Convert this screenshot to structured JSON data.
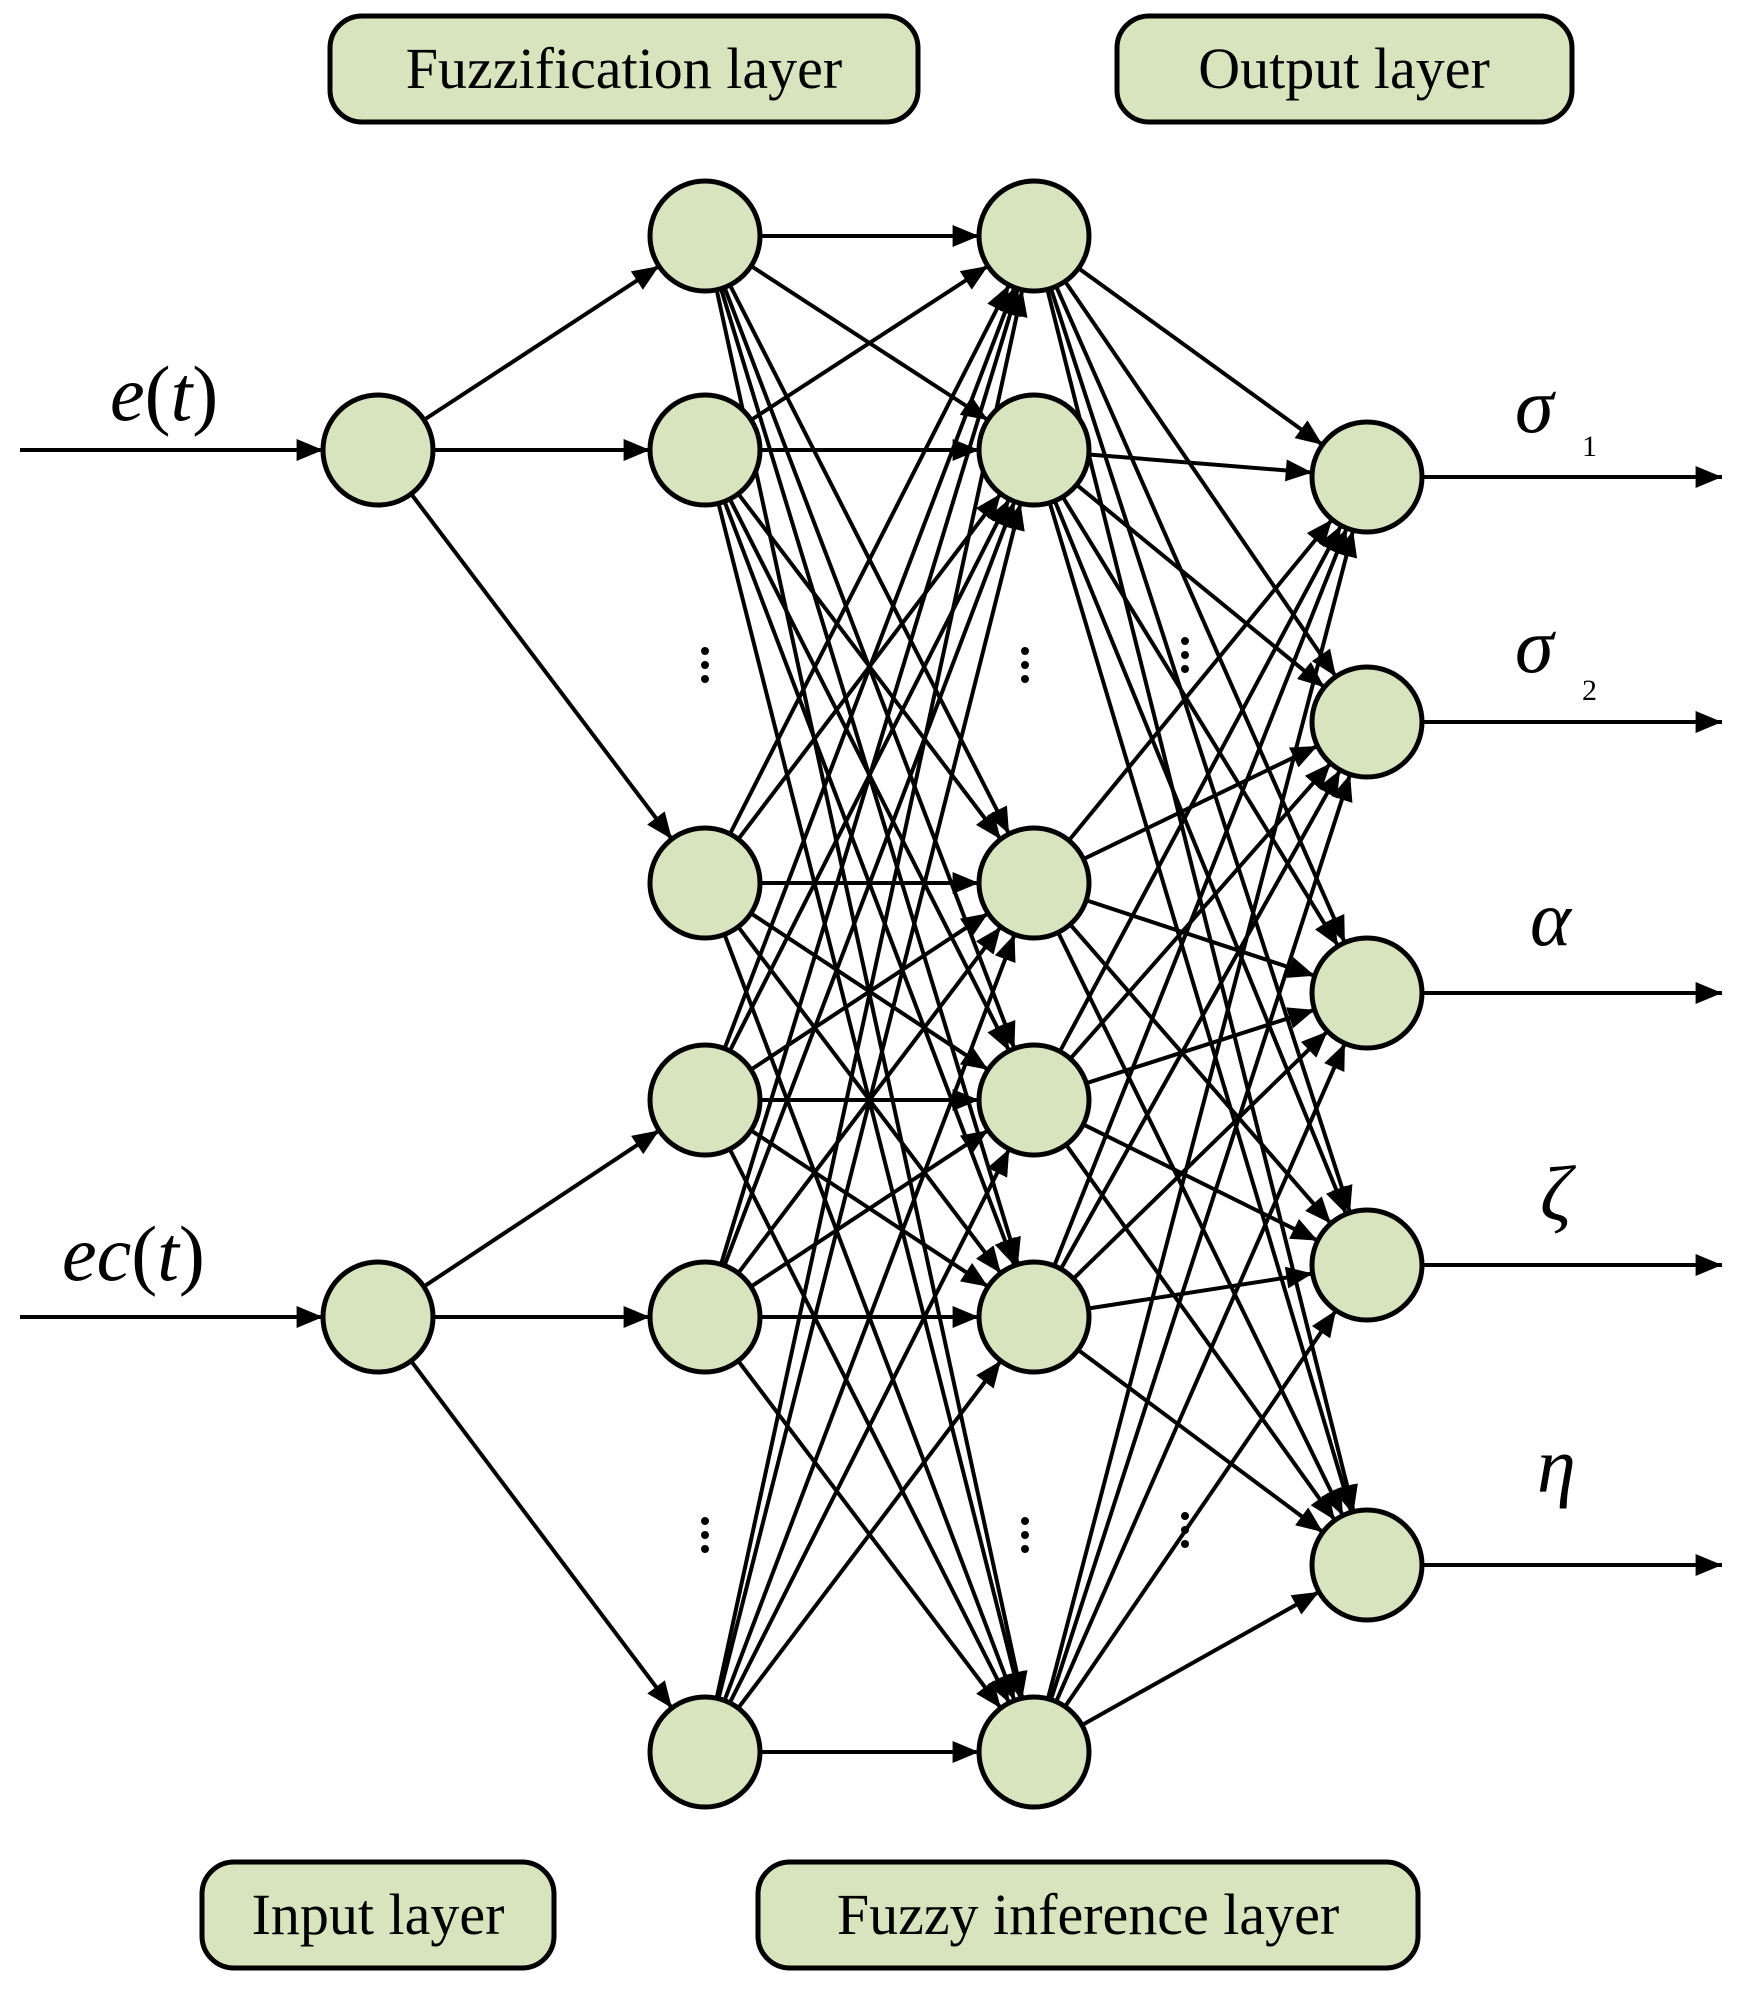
{
  "layers": {
    "fuzzification": "Fuzzification layer",
    "output": "Output layer",
    "input": "Input layer",
    "inference": "Fuzzy inference layer"
  },
  "inputs": [
    {
      "name": "e",
      "arg": "t"
    },
    {
      "name": "ec",
      "arg": "t"
    }
  ],
  "outputs": [
    {
      "symbol": "σ",
      "sub": "1"
    },
    {
      "symbol": "σ",
      "sub": "2"
    },
    {
      "symbol": "α",
      "sub": ""
    },
    {
      "symbol": "ζ",
      "sub": ""
    },
    {
      "symbol": "η",
      "sub": ""
    }
  ],
  "colors": {
    "node_fill": "#d7e4bd",
    "stroke": "#000000"
  }
}
